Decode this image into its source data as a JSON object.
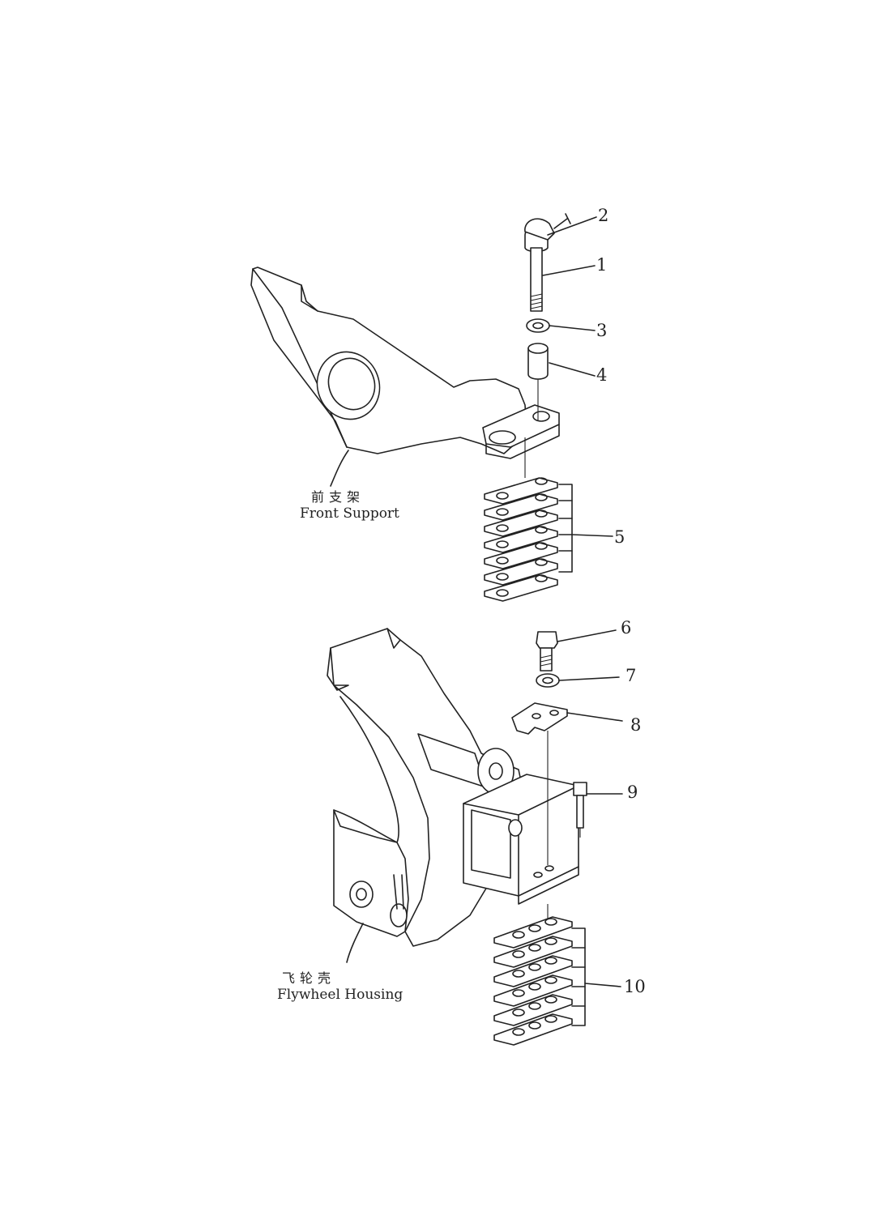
{
  "callouts": [
    "1",
    "2",
    "3",
    "4",
    "5",
    "6",
    "7",
    "8",
    "9",
    "10"
  ],
  "captions": {
    "front_support": {
      "cn": "前支架",
      "en": "Front Support"
    },
    "flywheel_housing": {
      "cn": "飞轮壳",
      "en": "Flywheel Housing"
    }
  },
  "colors": {
    "line": "#222222",
    "background": "#ffffff"
  }
}
